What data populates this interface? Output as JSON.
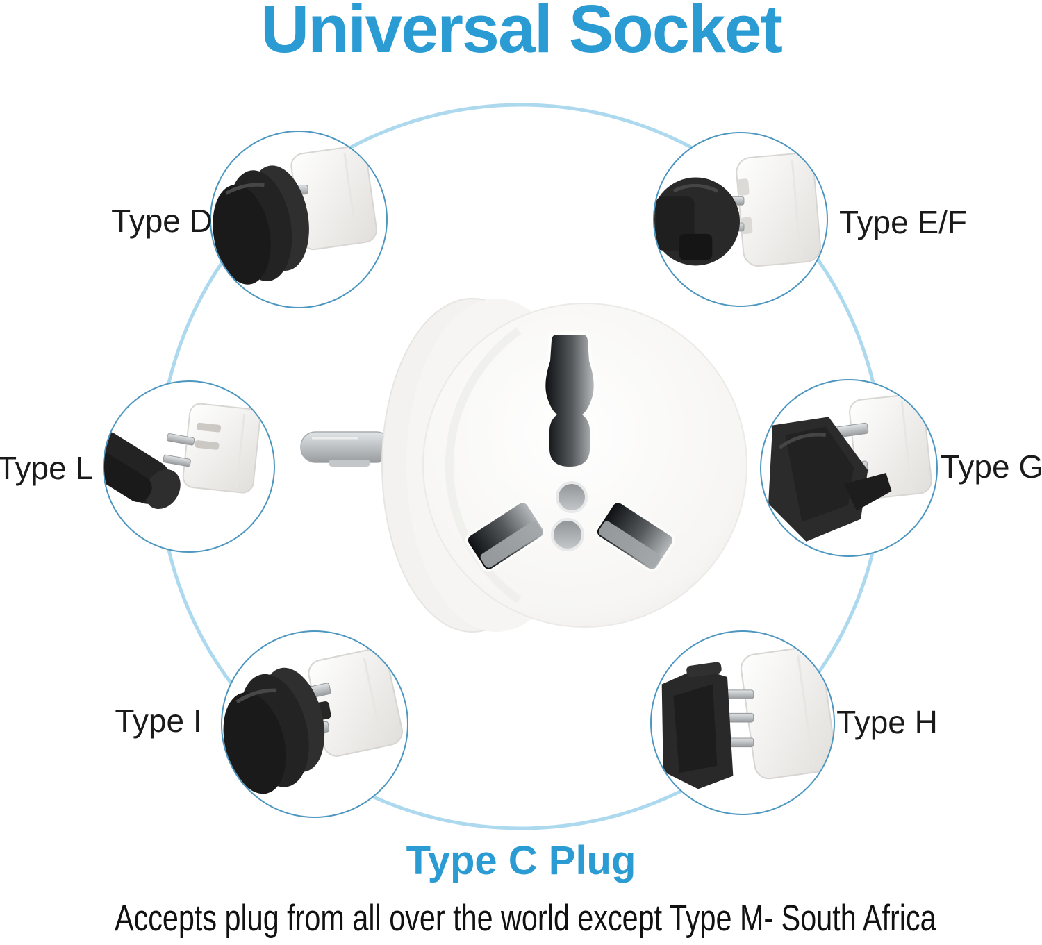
{
  "title": "Universal Socket",
  "plug_type_heading": "Type C Plug",
  "description": "Accepts plug from all over the world except Type M- South Africa",
  "colors": {
    "accent_blue": "#2B9CD3",
    "ring_blue": "#9FD2EC",
    "callout_border_blue": "#4D96C0",
    "label_black": "#1A1A1A",
    "plug_black": "#262626",
    "adapter_white": "#F6F5F3"
  },
  "callouts": [
    {
      "id": "type-d",
      "label": "Type D"
    },
    {
      "id": "type-ef",
      "label": "Type E/F"
    },
    {
      "id": "type-l",
      "label": "Type L"
    },
    {
      "id": "type-g",
      "label": "Type G"
    },
    {
      "id": "type-i",
      "label": "Type I"
    },
    {
      "id": "type-h",
      "label": "Type H"
    }
  ],
  "center_product": {
    "icon": "universal-socket-adapter"
  }
}
